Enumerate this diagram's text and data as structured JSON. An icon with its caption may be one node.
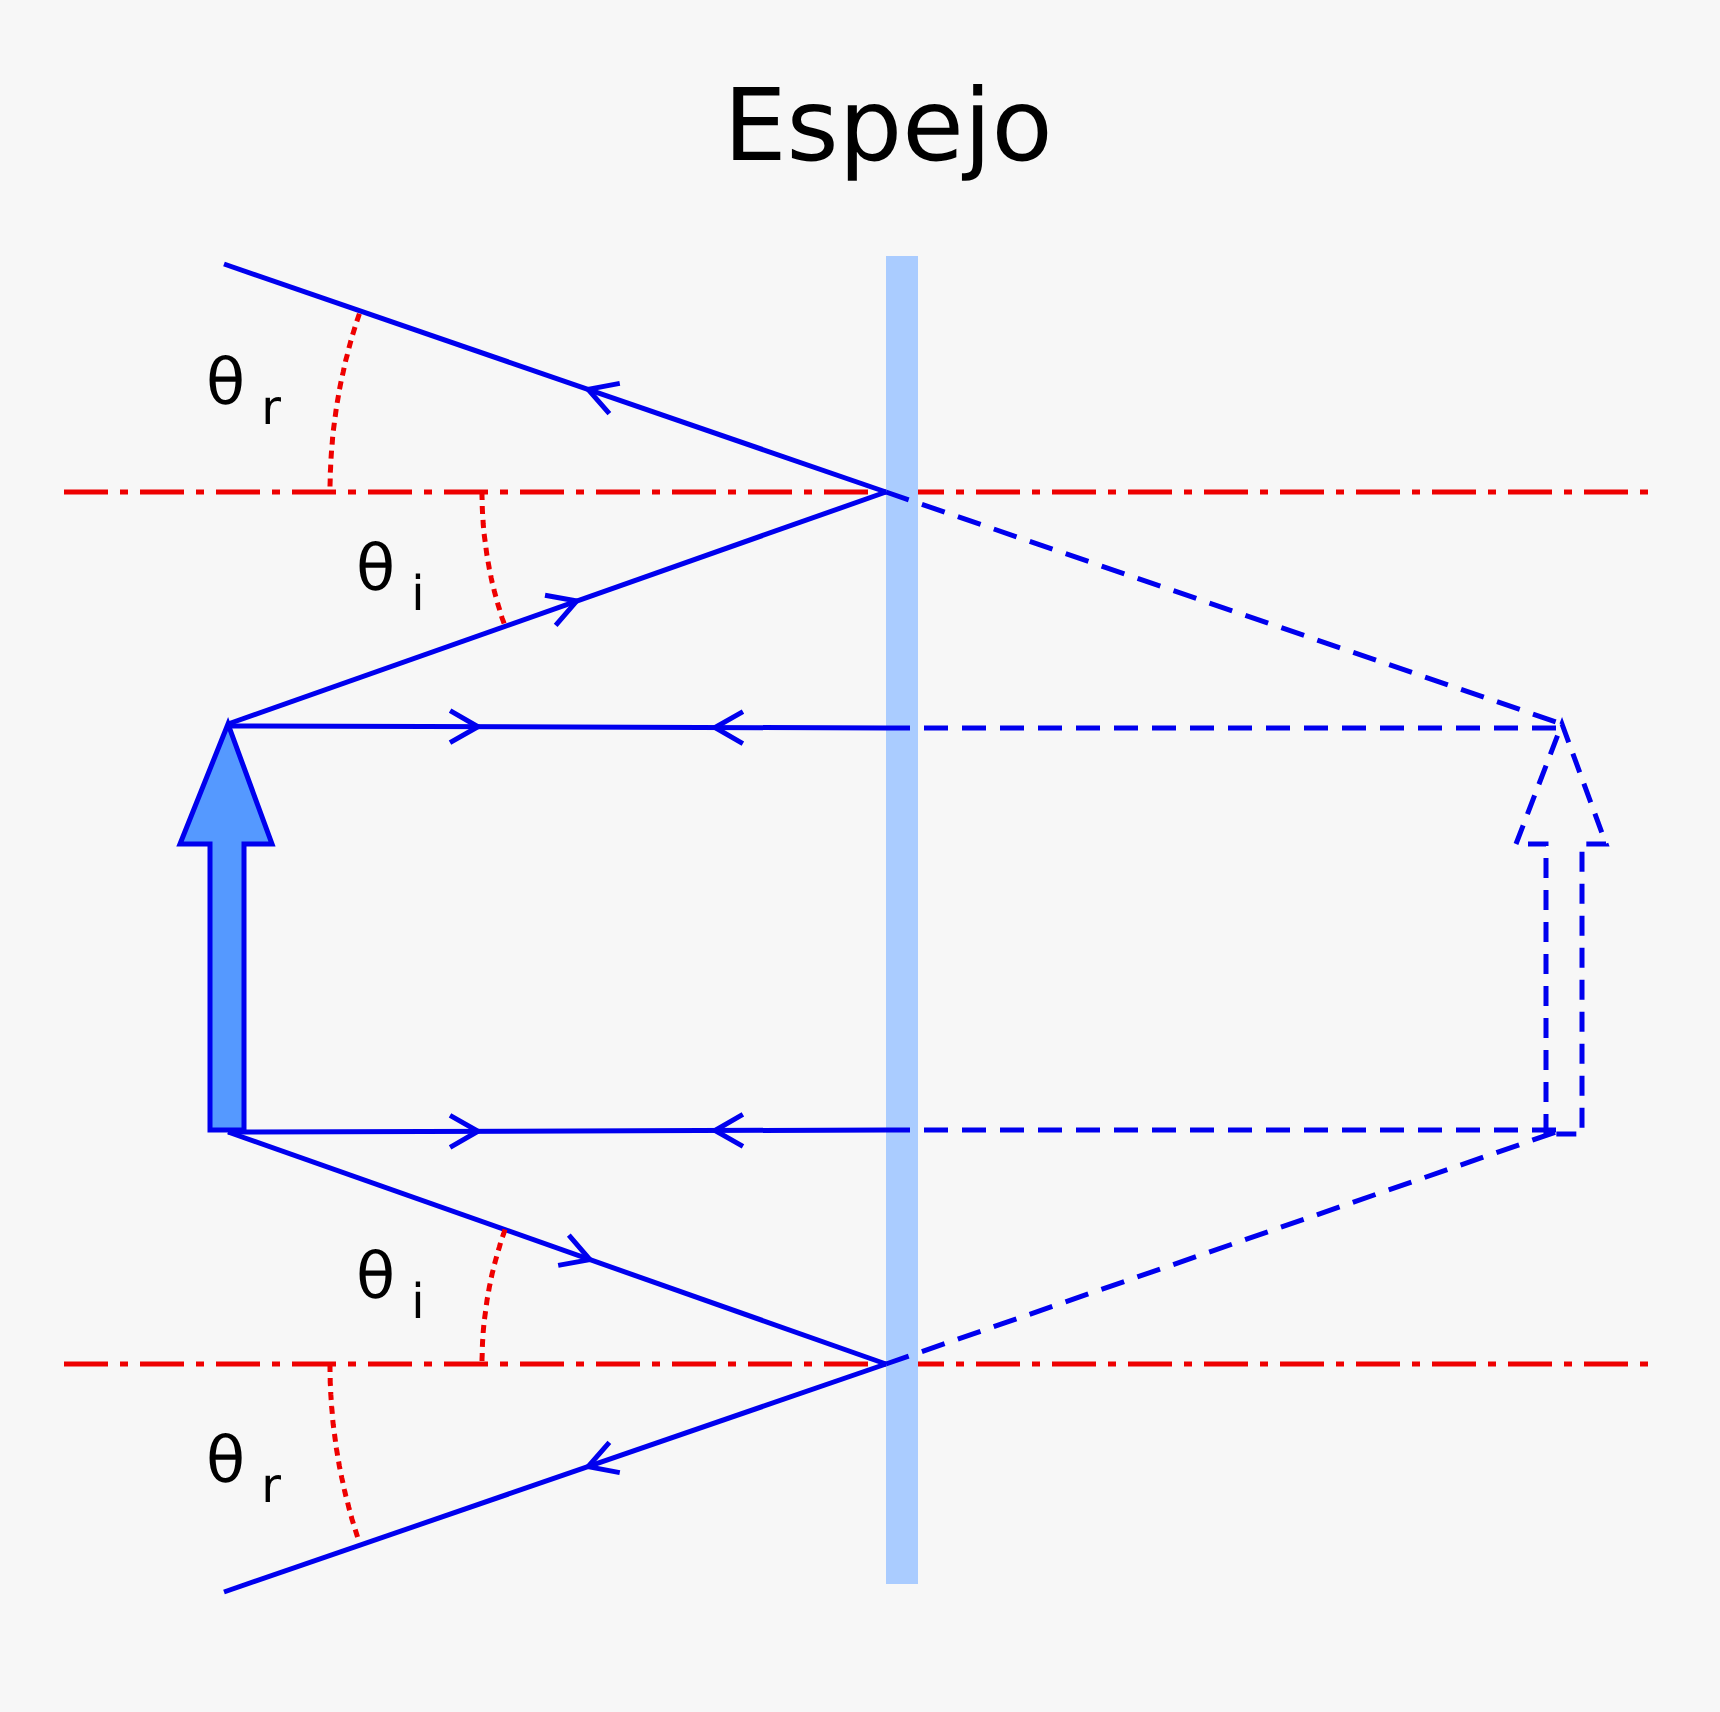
{
  "diagram": {
    "title": "Espejo",
    "labels": [
      "θ$_{r}$",
      "θ$_{i}$",
      "θ$_{i}$",
      "θ$_{r}$"
    ]
  }
}
